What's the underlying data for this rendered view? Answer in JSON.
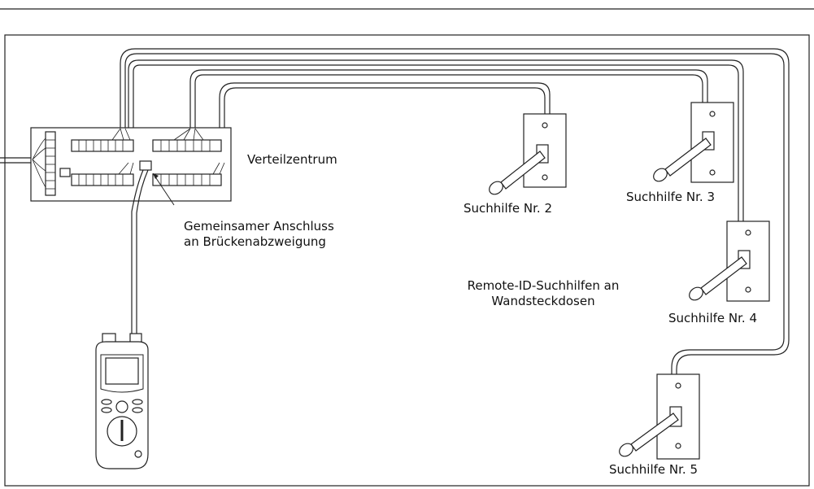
{
  "labels": {
    "distribution_center": "Verteilzentrum",
    "common_port_line1": "Gemeinsamer Anschluss",
    "common_port_line2": "an Brückenabzweigung",
    "remote_caption_line1": "Remote-ID-Suchhilfen an",
    "remote_caption_line2": "Wandsteckdosen",
    "locator_2": "Suchhilfe Nr. 2",
    "locator_3": "Suchhilfe Nr. 3",
    "locator_4": "Suchhilfe Nr. 4",
    "locator_5": "Suchhilfe Nr. 5"
  }
}
